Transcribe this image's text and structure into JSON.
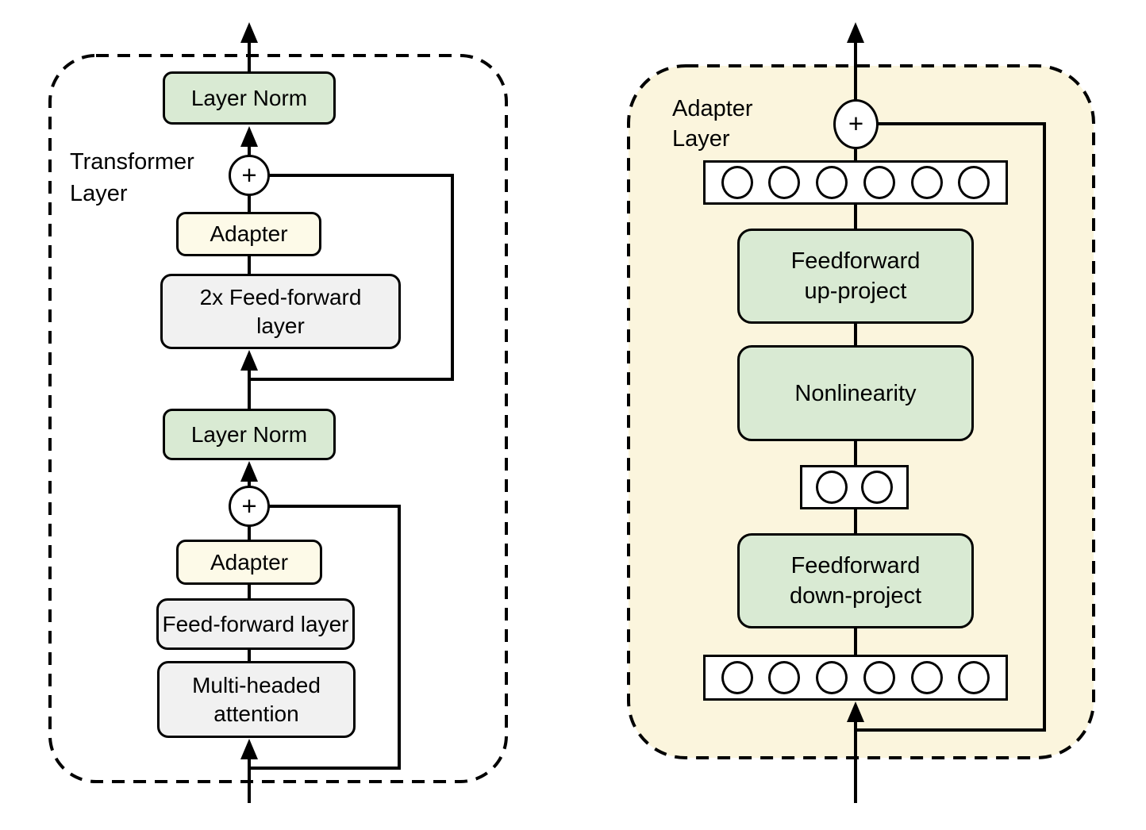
{
  "left_panel": {
    "label_lines": [
      "Transformer",
      "Layer"
    ],
    "plus_top": "+",
    "plus_bottom": "+",
    "boxes": {
      "layer_norm_top": "Layer Norm",
      "adapter_top": "Adapter",
      "feed_forward_2x_lines": [
        "2x Feed-forward",
        "layer"
      ],
      "layer_norm_bottom": "Layer Norm",
      "adapter_bottom": "Adapter",
      "feed_forward": "Feed-forward layer",
      "attention_lines": [
        "Multi-headed",
        "attention"
      ]
    }
  },
  "right_panel": {
    "label_lines": [
      "Adapter",
      "Layer"
    ],
    "plus": "+",
    "boxes": {
      "up_project_lines": [
        "Feedforward",
        "up-project"
      ],
      "nonlinearity": "Nonlinearity",
      "down_project_lines": [
        "Feedforward",
        "down-project"
      ]
    },
    "vector_rows": {
      "top_count": 6,
      "bottleneck_count": 2,
      "bottom_count": 6
    }
  },
  "colors": {
    "box_green": "#d9ead3",
    "box_gray": "#f1f1f1",
    "box_cream": "#fdfae8",
    "panel_cream": "#fbf5dd",
    "stroke": "#000000"
  }
}
